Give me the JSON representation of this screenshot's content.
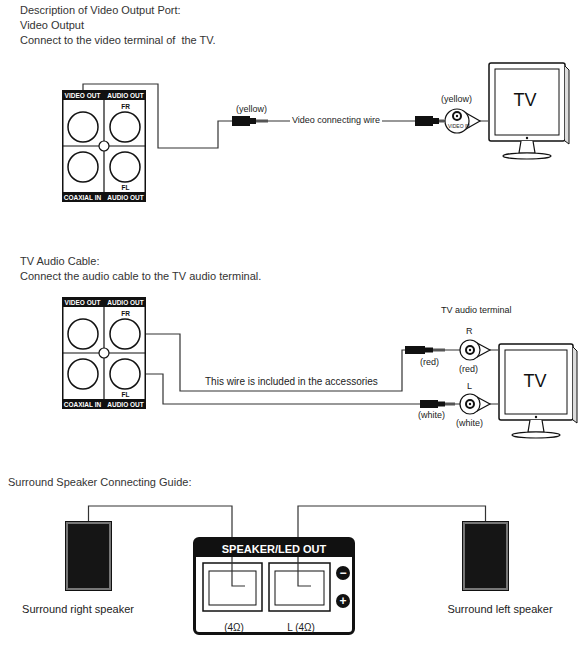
{
  "diagram": {
    "nodes": [
      {
        "text": [
          "VIDEO OUT",
          "AUDIO OUT",
          "FR",
          "FL",
          "COAXIAL IN",
          "AUDIO OUT"
        ]
      },
      {
        "text": [
          "TV"
        ]
      },
      {
        "text": [
          "VIDEO OUT",
          "AUDIO OUT",
          "FR",
          "FL",
          "COAXIAL IN",
          "AUDIO OUT"
        ]
      },
      {
        "text": [
          "TV"
        ]
      },
      {
        "text": [
          "Surround right speaker"
        ]
      },
      {
        "text": [
          "SPEAKER/LED OUT",
          "(4Ω)",
          "L (4Ω)"
        ]
      },
      {
        "text": [
          "Surround left speaker"
        ]
      }
    ],
    "edges": [
      {
        "from": 0,
        "to": 1,
        "label": "Video connecting wire",
        "arrow": "none"
      },
      {
        "from": 2,
        "to": 3,
        "arrow": "none"
      },
      {
        "from": 2,
        "to": 3,
        "arrow": "none"
      },
      {
        "from": 5,
        "to": 4,
        "arrow": "none"
      },
      {
        "from": 5,
        "to": 6,
        "arrow": "none"
      }
    ],
    "labels": [
      "Description of Video Output Port:",
      "Video Output",
      "Connect to the video terminal of  the TV.",
      "(yellow)",
      "(yellow)",
      "VIDEO IN",
      "TV Audio Cable:",
      "Connect the audio cable to the TV audio terminal.",
      "TV audio terminal",
      "R",
      "(red)",
      "(red)",
      "L",
      "(white)",
      "(white)",
      "This wire is included in the accessories",
      "Surround Speaker Connecting Guide:",
      "−",
      "+"
    ]
  }
}
